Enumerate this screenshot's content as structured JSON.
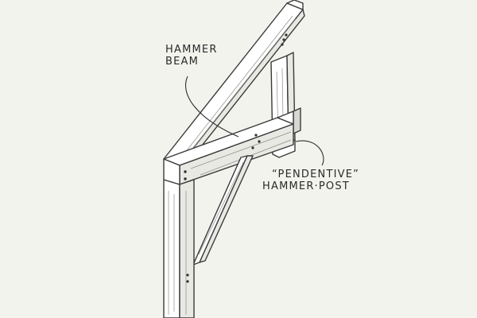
{
  "diagram": {
    "labels": {
      "hammer_beam_line1": "HAMMER",
      "hammer_beam_line2": "BEAM",
      "post_line1": "“PENDENTIVE”",
      "post_line2": "HAMMER·POST"
    },
    "colors": {
      "background": "#f3f3ee",
      "timber": "#ffffff",
      "ink": "#3a3a3a"
    }
  }
}
